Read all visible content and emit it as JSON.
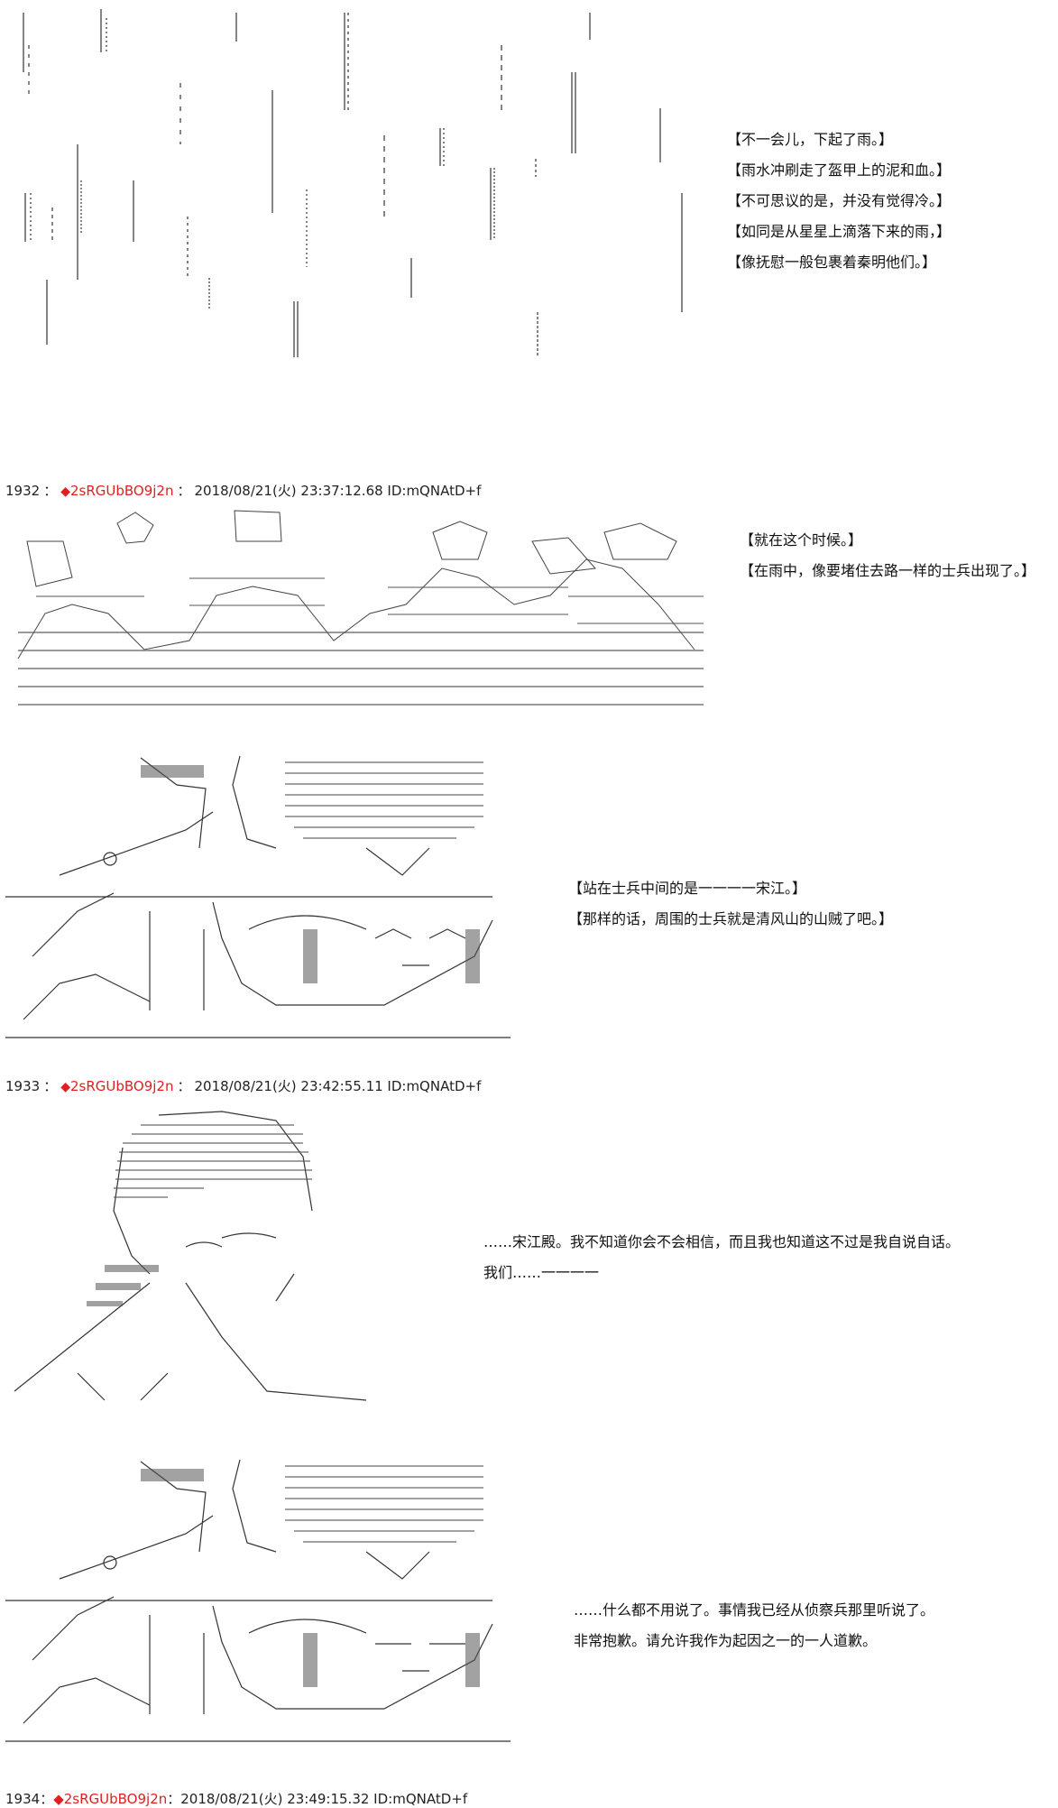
{
  "panels": {
    "rain": {
      "captions": [
        "【不一会儿，下起了雨。】",
        "【雨水冲刷走了盔甲上的泥和血。】",
        "【不可思议的是，并没有觉得冷。】",
        "【如同是从星星上滴落下来的雨，】",
        "【像抚慰一般包裹着秦明他们。】"
      ]
    },
    "post_1932": {
      "number": "1932",
      "trip_mark": "◆",
      "trip": "2sRGUbBO9j2n",
      "meta": "2018/08/21(火) 23:37:12.68 ID:mQNAtD+f",
      "soldiers_captions": [
        "【就在这个时候。】",
        "【在雨中，像要堵住去路一样的士兵出现了。】"
      ],
      "song_captions": [
        "【站在士兵中间的是一一一一宋江。】",
        "【那样的话，周围的士兵就是清风山的山贼了吧。】"
      ]
    },
    "post_1933": {
      "number": "1933",
      "trip_mark": "◆",
      "trip": "2sRGUbBO9j2n",
      "meta": "2018/08/21(火) 23:42:55.11 ID:mQNAtD+f",
      "qin_captions": [
        "……宋江殿。我不知道你会不会相信，而且我也知道这不过是我自说自话。",
        "我们……一一一一"
      ],
      "song_captions": [
        "……什么都不用说了。事情我已经从侦察兵那里听说了。",
        "非常抱歉。请允许我作为起因之一的一人道歉。"
      ]
    },
    "cut_header": {
      "number": "1934",
      "trip_mark": "◆",
      "trip": "2sRGUbBO9j2n",
      "meta": "2018/08/21(火) 23:49:15.32 ID:mQNAtD+f"
    }
  },
  "colors": {
    "text": "#111111",
    "trip": "#e02020",
    "art_line": "#333333"
  }
}
